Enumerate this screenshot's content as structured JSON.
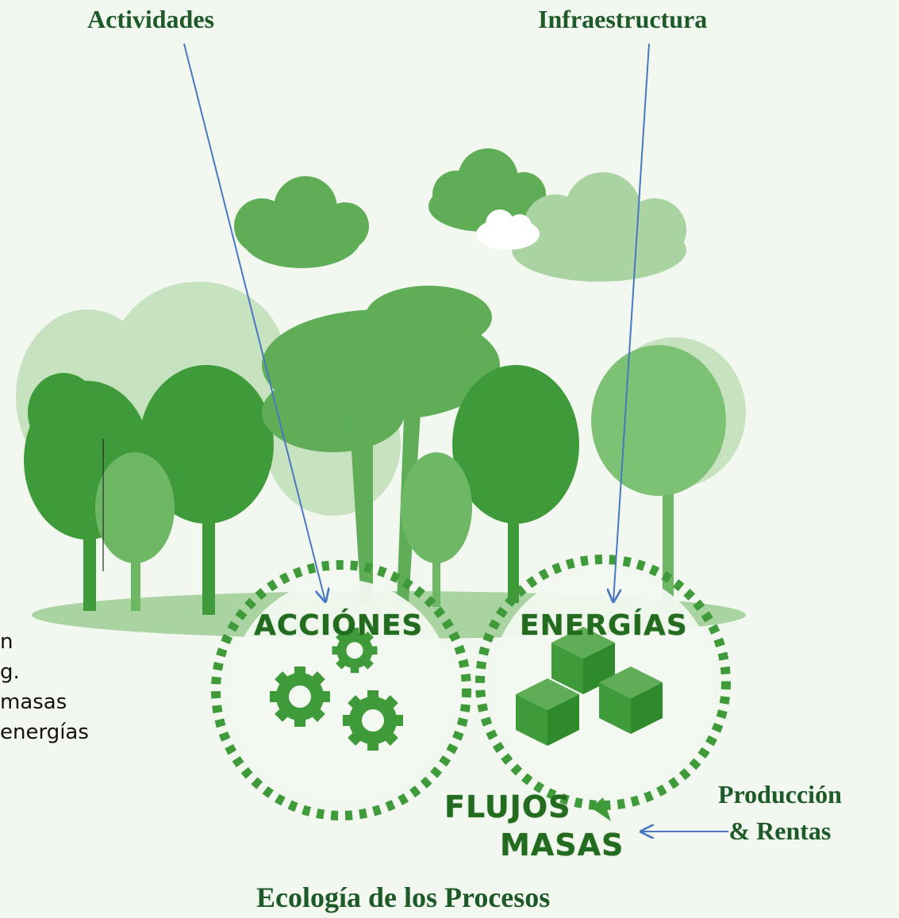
{
  "labels": {
    "activities": "Actividades",
    "infrastructure": "Infraestructura",
    "production_line1": "Producción",
    "production_line2": "& Rentas",
    "footer": "Ecología de los Procesos"
  },
  "cycle": {
    "actions": "ACCIÓNES",
    "energies": "ENERGÍAS",
    "flows": "FLUJOS",
    "masses": "MASAS"
  },
  "side_text": [
    "n",
    "g.",
    "masas",
    "energías"
  ],
  "colors": {
    "background": "#f2f8f0",
    "dark_green": "#3f9a3a",
    "mid_green": "#5fae57",
    "light_green": "#a9d3a0",
    "arrow_blue": "#4a78c0",
    "text_dark_green": "#1e5a28"
  }
}
